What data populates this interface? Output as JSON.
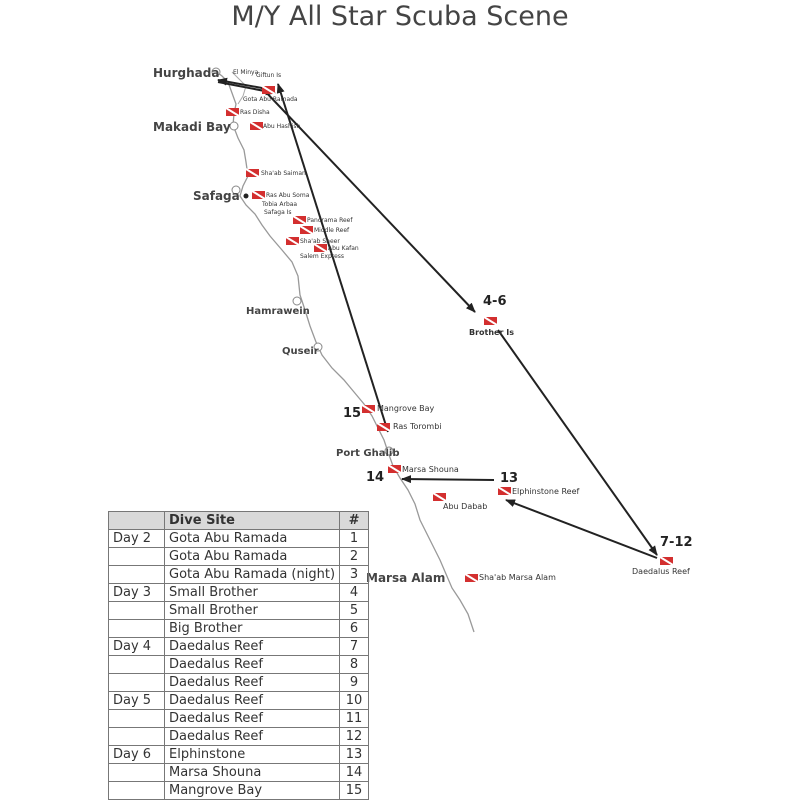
{
  "title": "M/Y All Star Scuba Scene",
  "towns": {
    "hurghada": "Hurghada",
    "makadi_bay": "Makadi Bay",
    "safaga": "Safaga",
    "hamrawein": "Hamrawein",
    "quseir": "Quseir",
    "port_ghalib": "Port Ghalib",
    "marsa_alam": "Marsa Alam"
  },
  "sites": {
    "el_minya": "El Minya",
    "giftun": "Giftun Is",
    "gota_abu_ramada": "Gota Abu Ramada",
    "ras_disha": "Ras Disha",
    "abu_hashish": "Abu Hashish",
    "shaab_saiman": "Sha'ab Saiman",
    "ras_abu_soma": "Ras Abu Soma",
    "tobia_arbaa": "Tobia Arbaa",
    "safaga_is": "Safaga Is",
    "panorama": "Panorama Reef",
    "middle_reef": "Middle Reef",
    "shaab_sheer": "Sha'ab Sheer",
    "abu_kafan": "Abu Kafan",
    "salem_express": "Salem Express",
    "brother_is": "Brother Is",
    "mangrove_bay": "Mangrove Bay",
    "ras_torombi": "Ras Torombi",
    "marsa_shouna": "Marsa Shouna",
    "elphinstone": "Elphinstone Reef",
    "abu_dabab": "Abu Dabab",
    "daedalus": "Daedalus Reef",
    "shaab_marsa_alam": "Sha'ab Marsa Alam"
  },
  "route_numbers": {
    "brothers": "4-6",
    "daedalus": "7-12",
    "elphinstone": "13",
    "marsa_shouna": "14",
    "mangrove_bay": "15"
  },
  "colors": {
    "dive_flag_red": "#d32f2f",
    "route_arrow": "#222222",
    "coastline": "#999999",
    "table_header": "#d9d9d9"
  },
  "icons": {
    "dive_site": "dive-flag-icon",
    "town": "town-circle-icon"
  },
  "table": {
    "headers": [
      "",
      "Dive Site",
      "#"
    ],
    "rows": [
      {
        "day": "Day 2",
        "site": "Gota Abu Ramada",
        "num": "1"
      },
      {
        "day": "",
        "site": "Gota Abu Ramada",
        "num": "2"
      },
      {
        "day": "",
        "site": "Gota Abu Ramada (night)",
        "num": "3"
      },
      {
        "day": "Day 3",
        "site": "Small Brother",
        "num": "4"
      },
      {
        "day": "",
        "site": "Small Brother",
        "num": "5"
      },
      {
        "day": "",
        "site": "Big Brother",
        "num": "6"
      },
      {
        "day": "Day 4",
        "site": "Daedalus Reef",
        "num": "7"
      },
      {
        "day": "",
        "site": "Daedalus Reef",
        "num": "8"
      },
      {
        "day": "",
        "site": "Daedalus Reef",
        "num": "9"
      },
      {
        "day": "Day 5",
        "site": "Daedalus Reef",
        "num": "10"
      },
      {
        "day": "",
        "site": "Daedalus Reef",
        "num": "11"
      },
      {
        "day": "",
        "site": "Daedalus Reef",
        "num": "12"
      },
      {
        "day": "Day 6",
        "site": "Elphinstone",
        "num": "13"
      },
      {
        "day": "",
        "site": "Marsa Shouna",
        "num": "14"
      },
      {
        "day": "",
        "site": "Mangrove Bay",
        "num": "15"
      }
    ]
  }
}
